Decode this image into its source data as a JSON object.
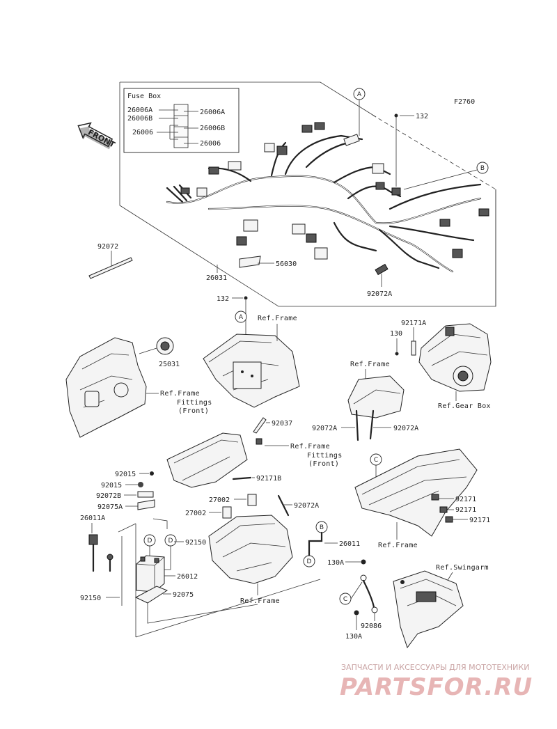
{
  "diagram_code": "F2760",
  "front_label": "FRONT",
  "fuse_box": {
    "title": "Fuse Box",
    "left": [
      "26006A",
      "26006B",
      "26006"
    ],
    "right": [
      "26006A",
      "26006B",
      "26006"
    ]
  },
  "circles": {
    "a": "A",
    "b": "B",
    "c": "C",
    "d": "D"
  },
  "parts": {
    "p132": "132",
    "p26031": "26031",
    "p56030": "56030",
    "p92072": "92072",
    "p92072A": "92072A",
    "p25031": "25031",
    "p92171A": "92171A",
    "p130": "130",
    "p92037": "92037",
    "p92171B": "92171B",
    "p92015": "92015",
    "p92072B": "92072B",
    "p92075A": "92075A",
    "p26011A": "26011A",
    "p92150": "92150",
    "p26012": "26012",
    "p92075": "92075",
    "p27002": "27002",
    "p26011": "26011",
    "p92171": "92171",
    "p130A": "130A",
    "p92086": "92086"
  },
  "refs": {
    "frame": "Ref.Frame",
    "fittings_1": "Ref.Frame",
    "fittings_2": "Fittings",
    "fittings_3": "(Front)",
    "gearbox": "Ref.Gear Box",
    "swingarm": "Ref.Swingarm"
  },
  "watermark": {
    "line1": "ЗАПЧАСТИ И АКСЕССУАРЫ ДЛЯ МОТОТЕХНИКИ",
    "line2": "PARTSFOR.RU"
  }
}
